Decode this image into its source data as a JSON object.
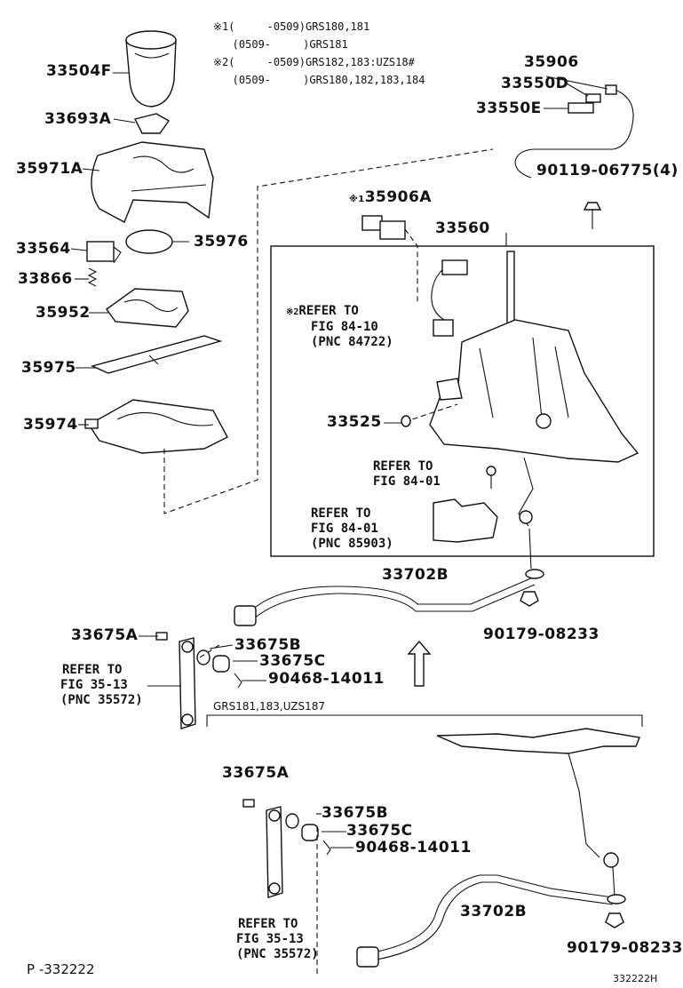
{
  "notes": {
    "n1_line1": "※1(     -0509)GRS180,181",
    "n1_line2": "   (0509-     )GRS181",
    "n2_line1": "※2(     -0509)GRS182,183:UZS18#",
    "n2_line2": "   (0509-     )GRS180,182,183,184"
  },
  "parts": {
    "p33504F": "33504F",
    "p33693A": "33693A",
    "p35971A": "35971A",
    "p33564": "33564",
    "p35976": "35976",
    "p33866": "33866",
    "p35952": "35952",
    "p35975": "35975",
    "p35974": "35974",
    "p35906": "35906",
    "p33550D": "33550D",
    "p33550E": "33550E",
    "p90119": "90119-06775(4)",
    "p35906A_mark": "※1",
    "p35906A": "35906A",
    "p33560": "33560",
    "p33525": "33525",
    "p33702B_top": "33702B",
    "p90179_top": "90179-08233",
    "p33675A_top": "33675A",
    "p33675B_top": "33675B",
    "p33675C_top": "33675C",
    "p90468_top": "90468-14011",
    "p33675A_bot": "33675A",
    "p33675B_bot": "33675B",
    "p33675C_bot": "33675C",
    "p90468_bot": "90468-14011",
    "p33702B_bot": "33702B",
    "p90179_bot": "90179-08233"
  },
  "refs": {
    "ref1_mark": "※2",
    "ref1_l1": "REFER TO",
    "ref1_l2": "FIG 84-10",
    "ref1_l3": "(PNC 84722)",
    "ref2_l1": "REFER TO",
    "ref2_l2": "FIG 84-01",
    "ref3_l1": "REFER TO",
    "ref3_l2": "FIG 84-01",
    "ref3_l3": "(PNC 85903)",
    "ref4_l1": "REFER TO",
    "ref4_l2": "FIG 35-13",
    "ref4_l3": "(PNC 35572)",
    "ref5_l1": "REFER TO",
    "ref5_l2": "FIG 35-13",
    "ref5_l3": "(PNC 35572)"
  },
  "variant_label": "GRS181,183,UZS187",
  "page_code": "P -332222",
  "drawing_code": "332222H"
}
